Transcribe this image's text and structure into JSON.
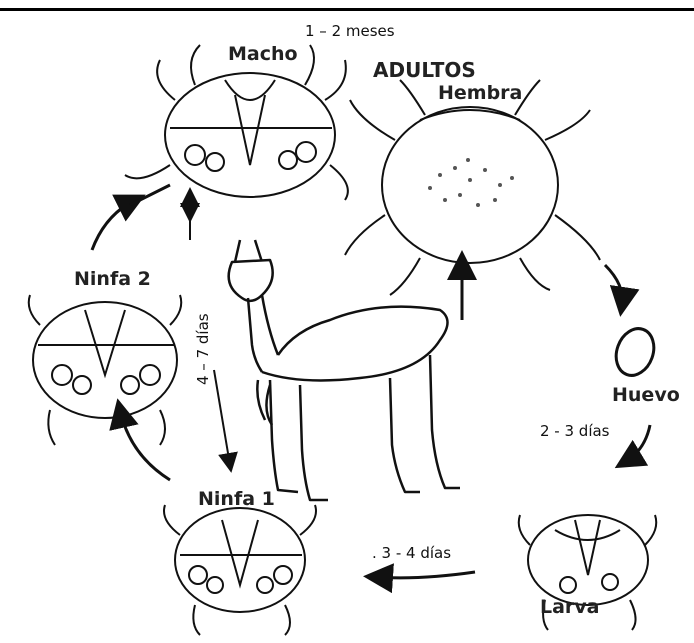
{
  "labels": {
    "duration_adults": "1 – 2 meses",
    "adultos": "ADULTOS",
    "macho": "Macho",
    "hembra": "Hembra",
    "ninfa2": "Ninfa 2",
    "ninfa1": "Ninfa 1",
    "huevo": "Huevo",
    "larva": "Larva",
    "duration_huevo_larva": "2 - 3  días",
    "duration_larva_ninfa1": ". 3 - 4  días",
    "duration_ninfas": "4 – 7 días"
  },
  "colors": {
    "ink": "#111111",
    "background": "#ffffff"
  }
}
